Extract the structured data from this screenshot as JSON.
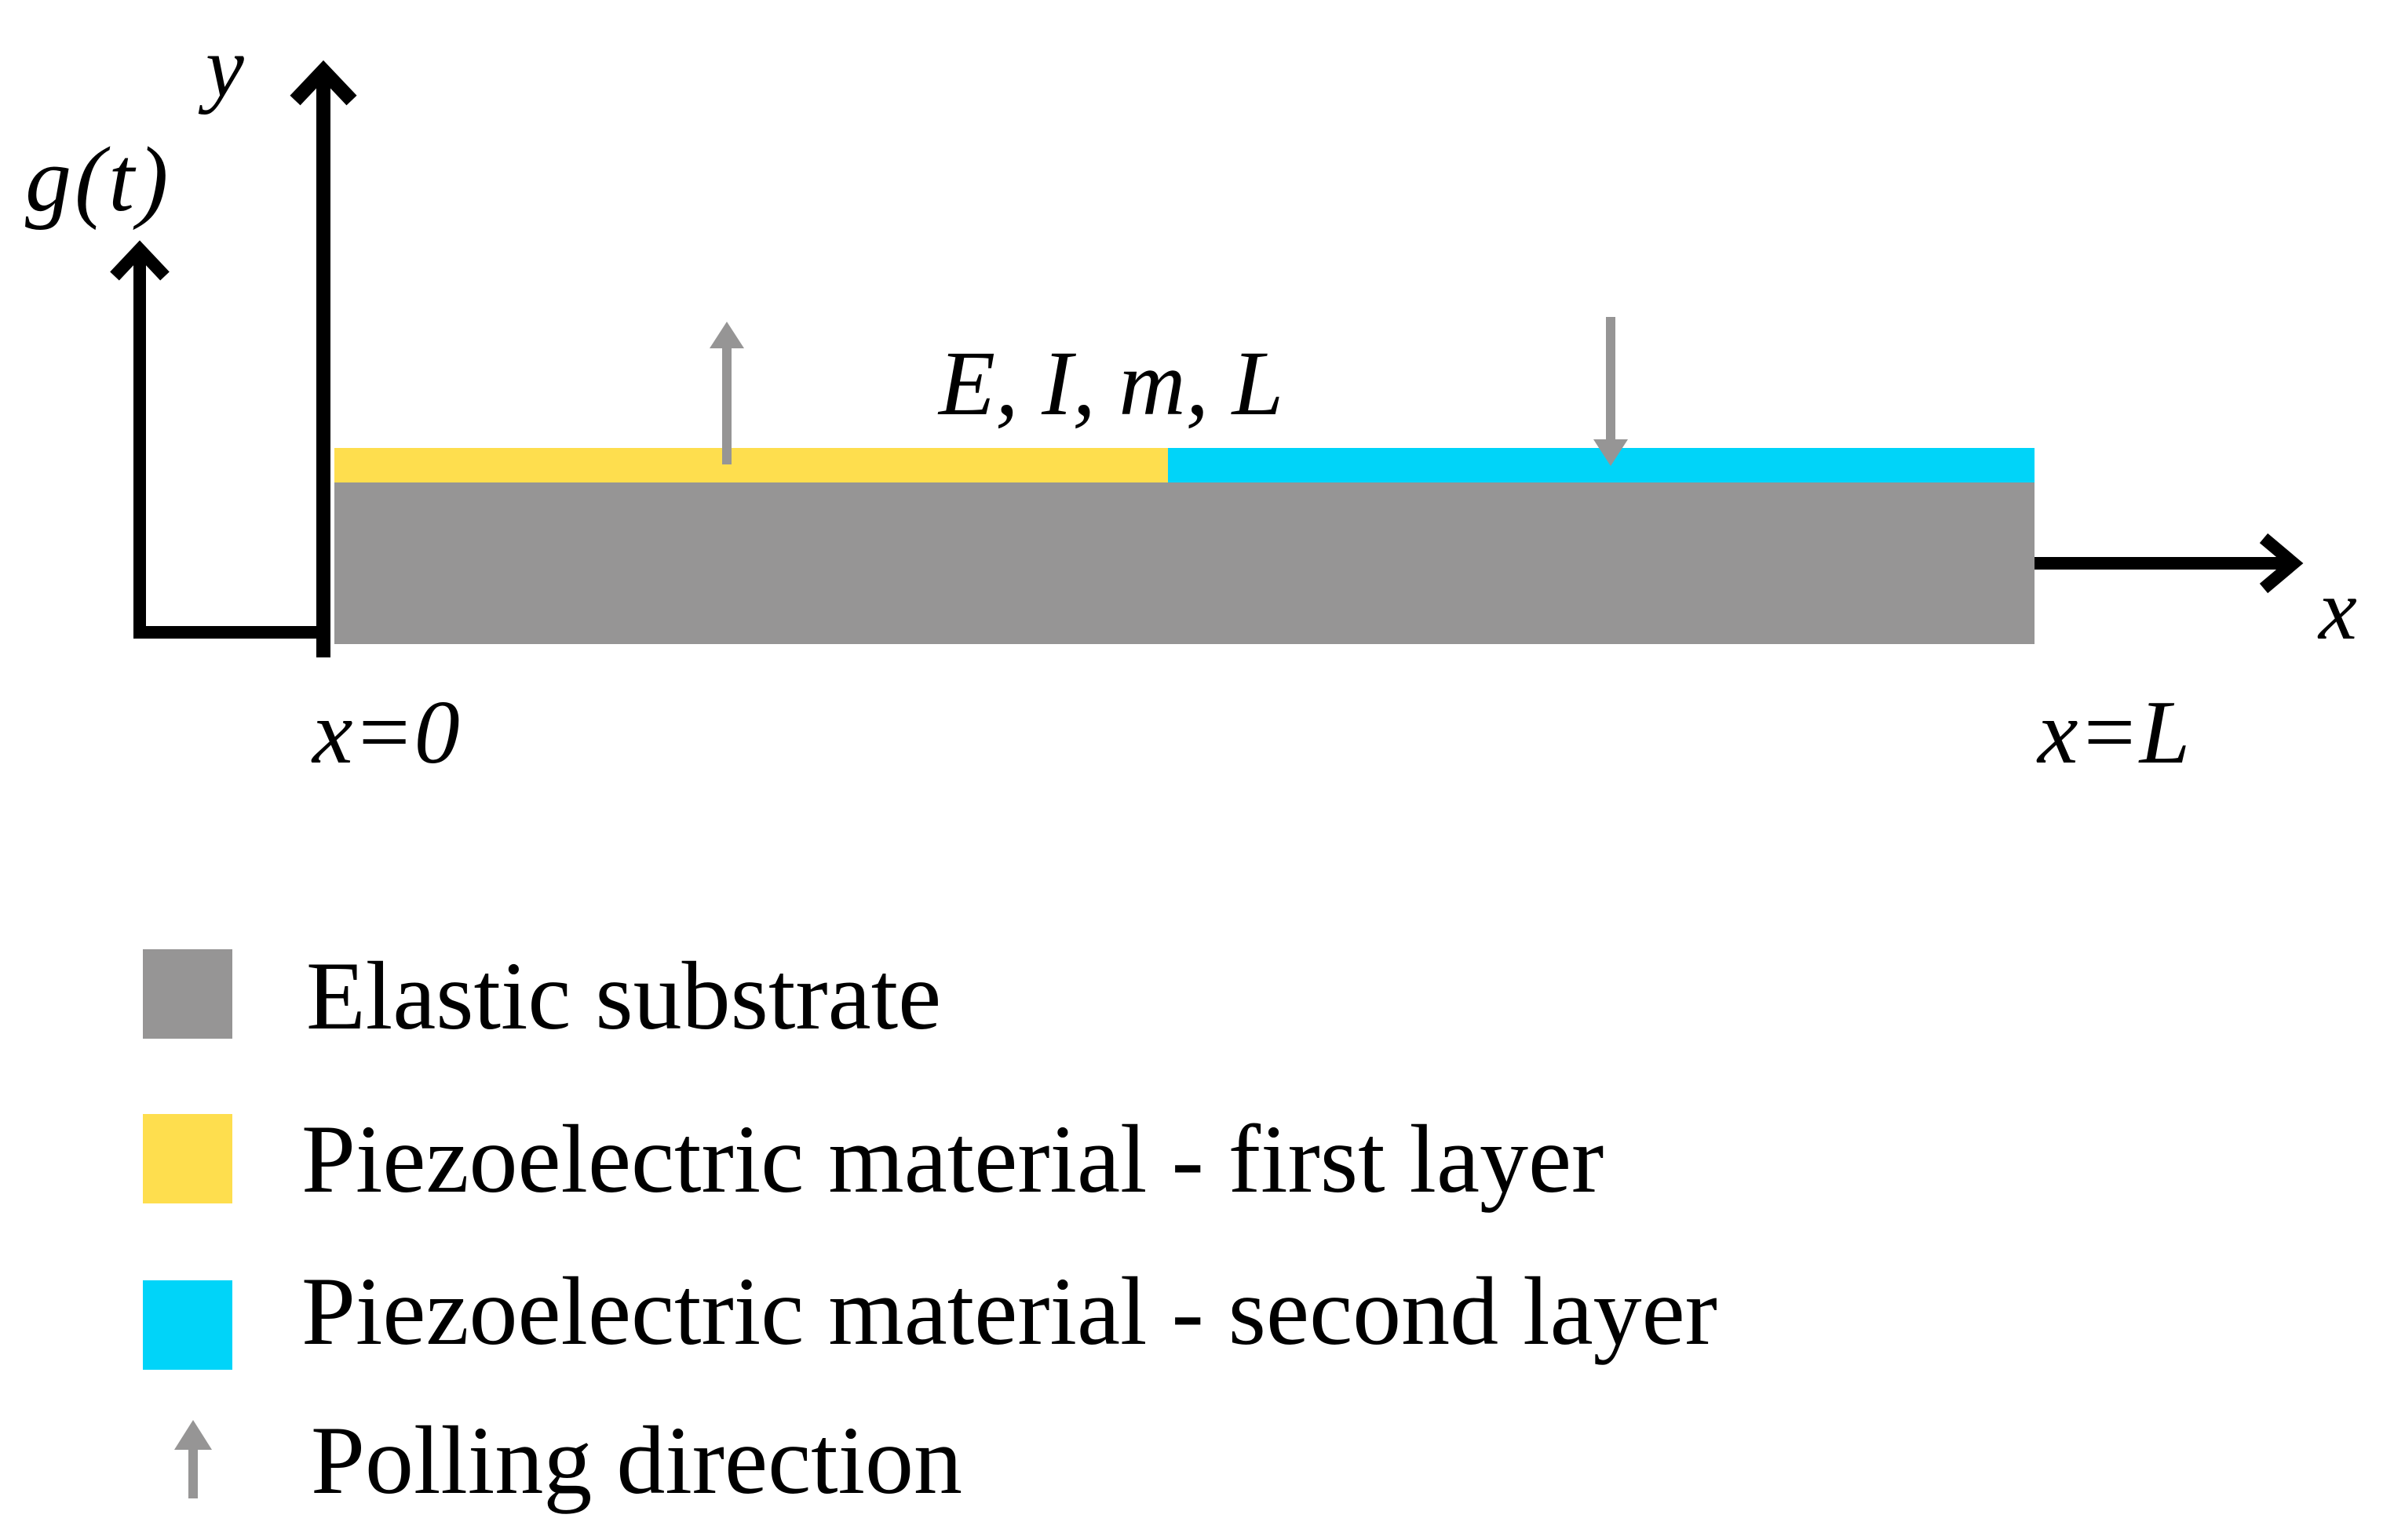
{
  "labels": {
    "y_axis": "y",
    "x_axis": "x",
    "excitation": "g(t)",
    "properties": "E, I, m, L",
    "x_start": "x=0",
    "x_end": "x=L"
  },
  "legend": [
    {
      "label": "Elastic substrate",
      "kind": "swatch",
      "color": "#969595"
    },
    {
      "label": "Piezoelectric material - first layer",
      "kind": "swatch",
      "color": "#FEDE4E"
    },
    {
      "label": "Piezoelectric material - second layer",
      "kind": "swatch",
      "color": "#00D4F9"
    },
    {
      "label": "Polling direction",
      "kind": "arrow",
      "color": "#969595"
    }
  ],
  "colors": {
    "substrate": "#969595",
    "first_layer": "#FEDE4E",
    "second_layer": "#00D4F9",
    "polling_arrow": "#969595",
    "axes": "#000000"
  },
  "icons": {
    "up_polling": "arrow-up-icon",
    "down_polling": "arrow-down-icon"
  }
}
